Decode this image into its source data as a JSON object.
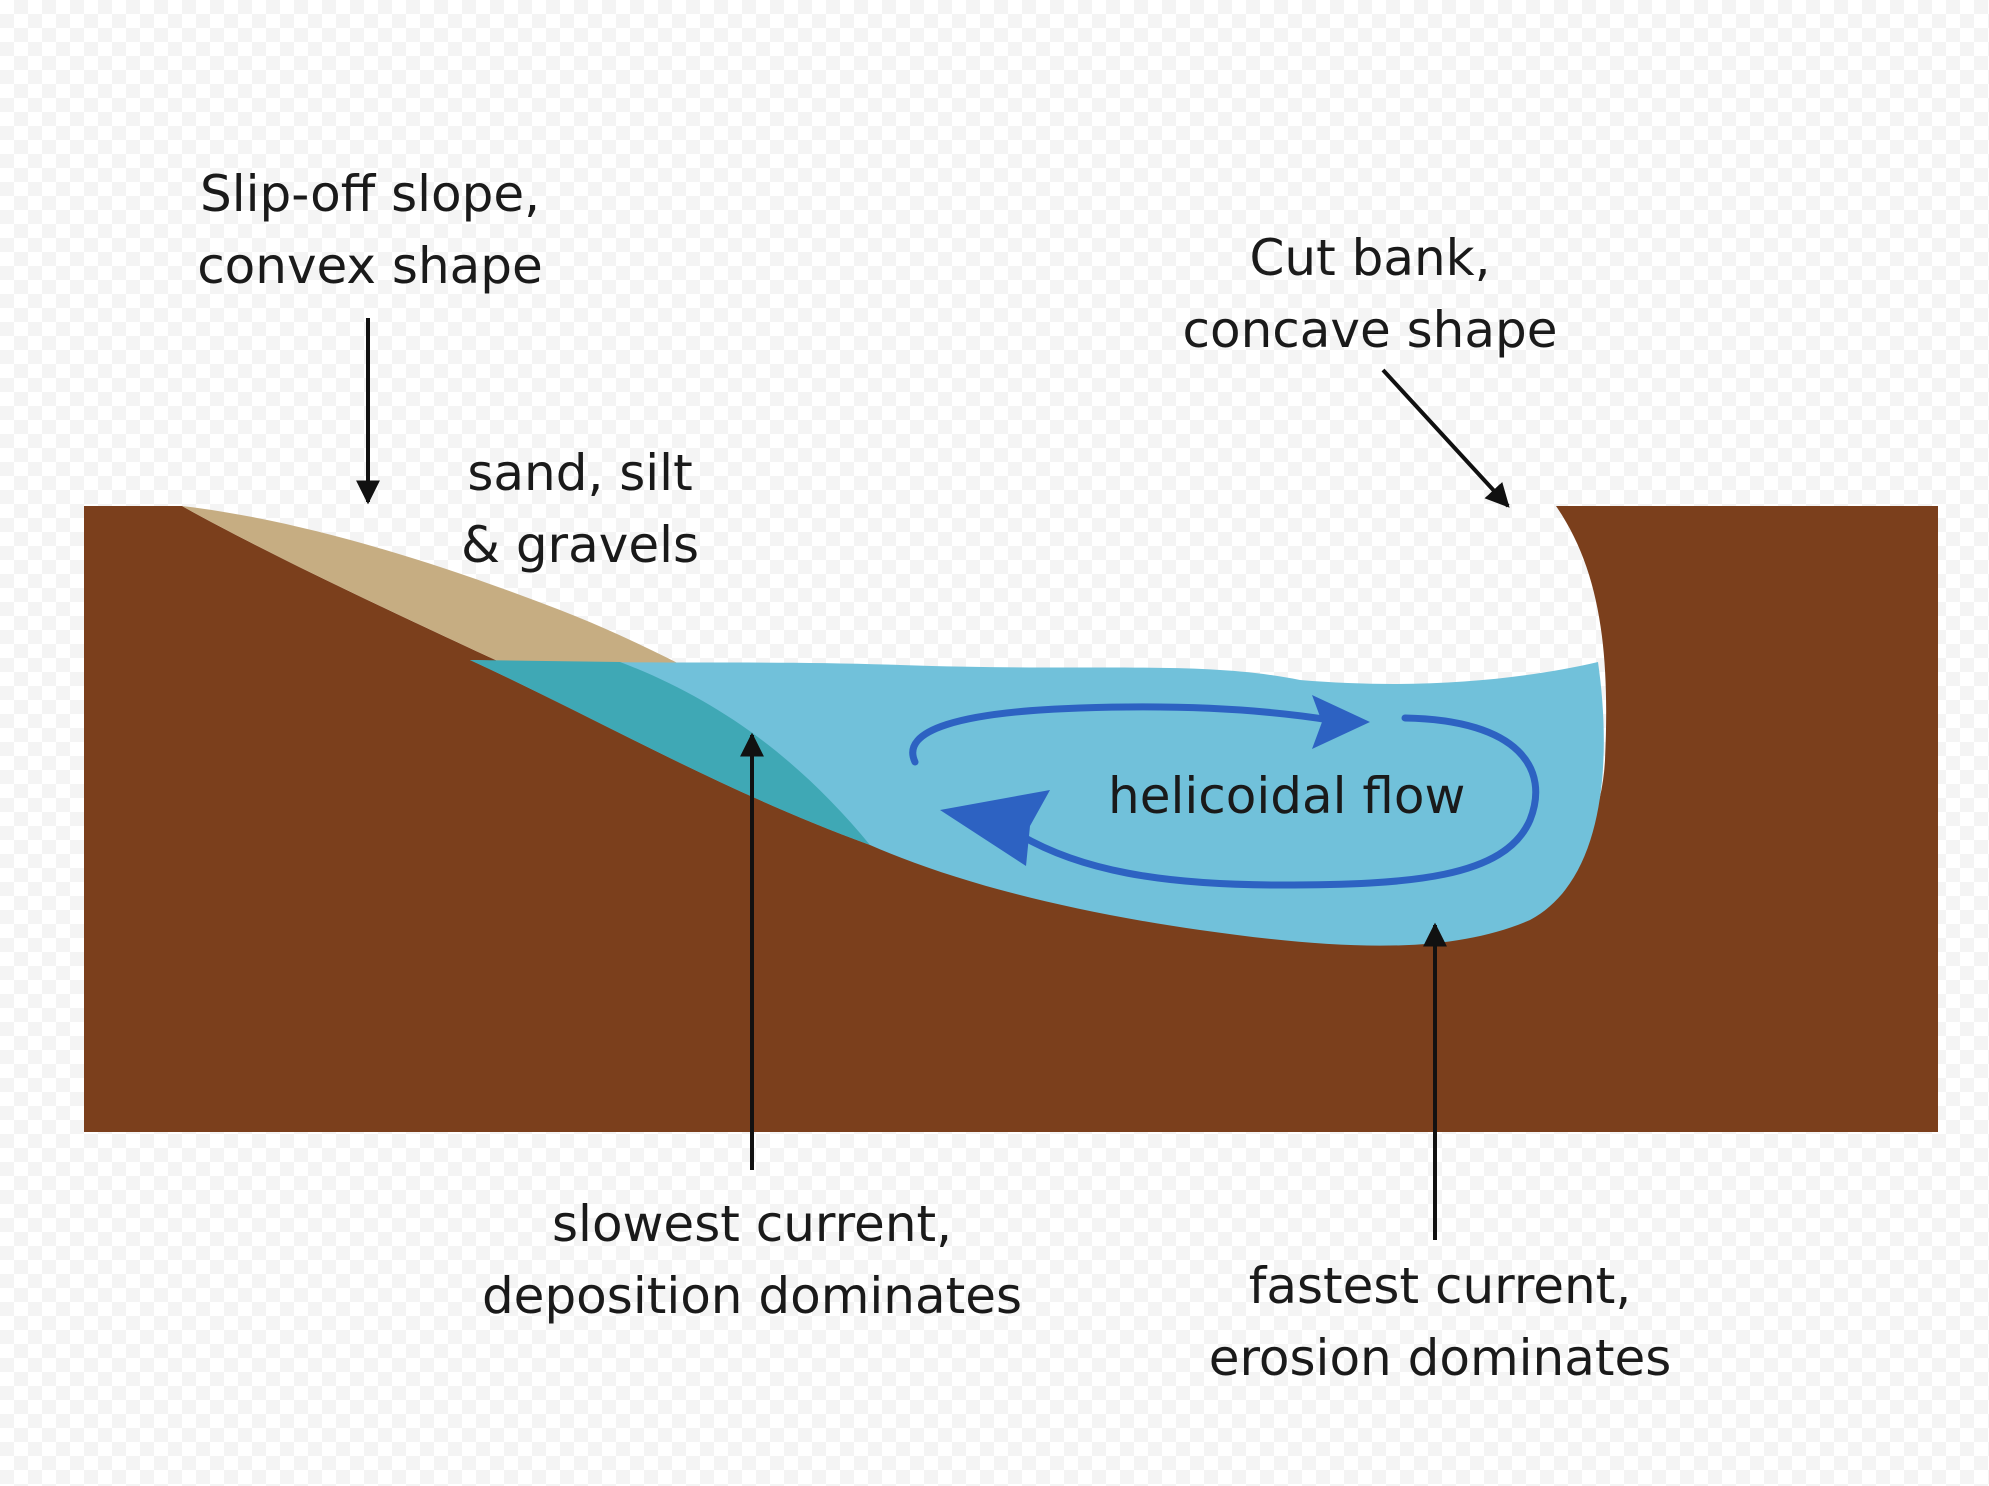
{
  "labels": {
    "slip_off": {
      "line1": "Slip-off slope,",
      "line2": "convex shape"
    },
    "sediment": {
      "line1": "sand, silt",
      "line2": "& gravels"
    },
    "cut_bank": {
      "line1": "Cut bank,",
      "line2": "concave shape"
    },
    "helicoidal": "helicoidal flow",
    "slowest": {
      "line1": "slowest current,",
      "line2": "deposition dominates"
    },
    "fastest": {
      "line1": "fastest current,",
      "line2": "erosion dominates"
    }
  },
  "colors": {
    "ground": "#7b3f1c",
    "sediment": "#c6ad82",
    "water": "#71c1da",
    "shallow_water": "#3fa8b5",
    "flow_arrow": "#2d62c2",
    "annotation": "#111111"
  }
}
